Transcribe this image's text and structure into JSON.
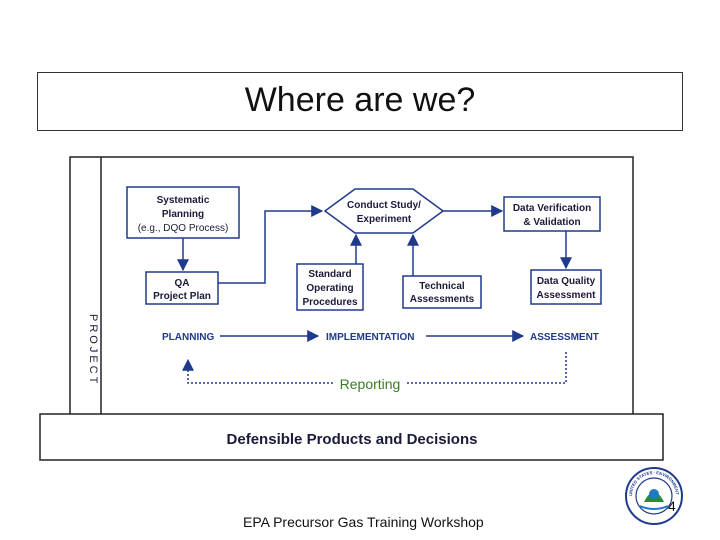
{
  "slide": {
    "title": "Where are we?",
    "footer": "EPA Precursor Gas Training Workshop",
    "page_number": "4"
  },
  "diagram": {
    "side_label": "PROJECT",
    "boxes": {
      "systematic": [
        "Systematic",
        "Planning",
        "(e.g., DQO Process)"
      ],
      "qa_plan": [
        "QA",
        "Project Plan"
      ],
      "conduct": [
        "Conduct Study/",
        "Experiment"
      ],
      "sop": [
        "Standard",
        "Operating",
        "Procedures"
      ],
      "tech": [
        "Technical",
        "Assessments"
      ],
      "verification": [
        "Data Verification",
        "& Validation"
      ],
      "dq_assess": [
        "Data Quality",
        "Assessment"
      ]
    },
    "phases": {
      "planning": "PLANNING",
      "implementation": "IMPLEMENTATION",
      "assessment": "ASSESSMENT"
    },
    "reporting": "Reporting",
    "products": "Defensible Products and Decisions"
  },
  "colors": {
    "arrow": "#1f3a8a",
    "box_border": "#1f3a8a",
    "reporting_text": "#3a7d1e",
    "text": "#1a1a3a"
  },
  "seal": {
    "icon": "epa-seal-icon",
    "ring_text": "UNITED STATES · ENVIRONMENTAL PROTECTION AGENCY"
  }
}
